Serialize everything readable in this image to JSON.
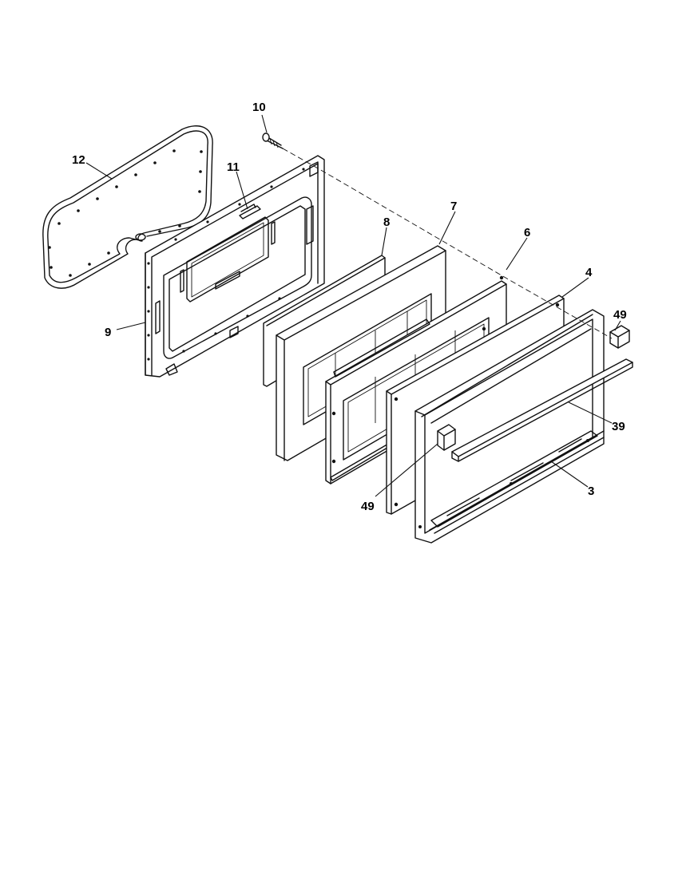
{
  "diagram": {
    "callouts": {
      "c12": "12",
      "c10": "10",
      "c11": "11",
      "c9": "9",
      "c8": "8",
      "c7": "7",
      "c6": "6",
      "c4": "4",
      "c49a": "49",
      "c39": "39",
      "c49b": "49",
      "c3": "3"
    }
  }
}
